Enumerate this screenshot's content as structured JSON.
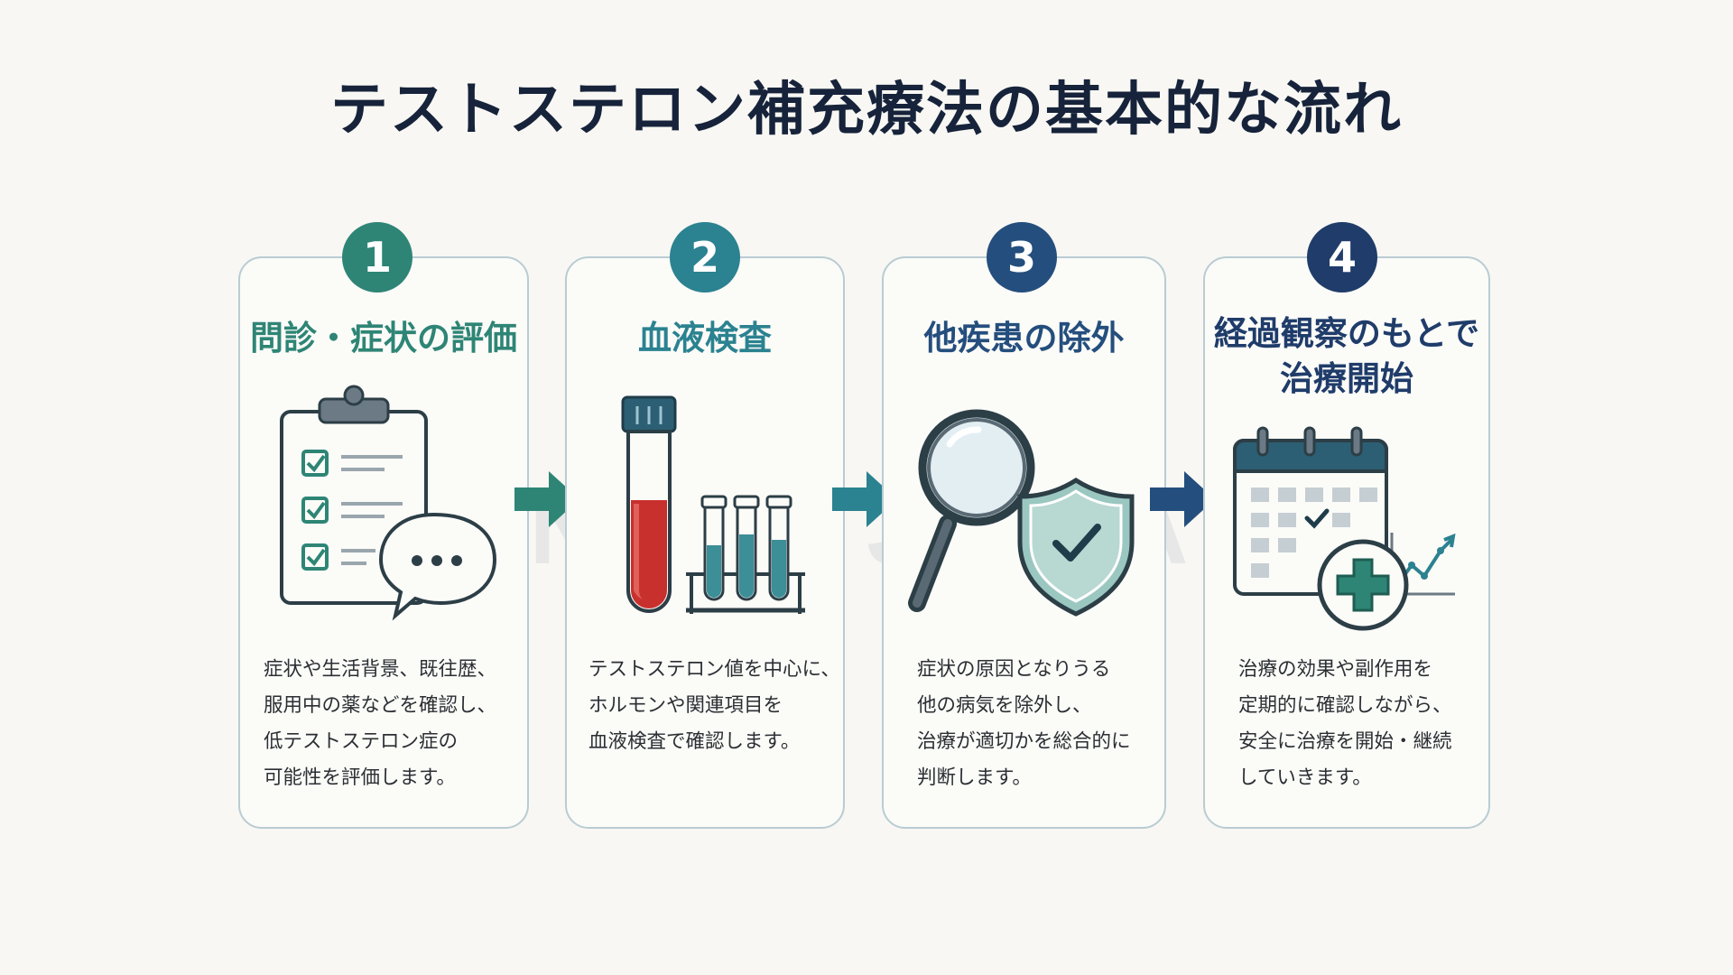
{
  "title": "テストステロン補充療法の基本的な流れ",
  "watermark": "CLINIC+JAPAN",
  "steps": [
    {
      "number": "1",
      "heading": [
        "問診・症状の評価"
      ],
      "description": [
        "症状や生活背景、既往歴、",
        "服用中の薬などを確認し、",
        "低テストステロン症の",
        "可能性を評価します。"
      ],
      "icon": "clipboard-checklist-chat-icon",
      "color": "#2e8575"
    },
    {
      "number": "2",
      "heading": [
        "血液検査"
      ],
      "description": [
        "テストステロン値を中心に、",
        "ホルモンや関連項目を",
        "血液検査で確認します。"
      ],
      "icon": "blood-test-tubes-icon",
      "color": "#2b8290"
    },
    {
      "number": "3",
      "heading": [
        "他疾患の除外"
      ],
      "description": [
        "症状の原因となりうる",
        "他の病気を除外し、",
        "治療が適切かを総合的に",
        "判断します。"
      ],
      "icon": "magnifier-shield-icon",
      "color": "#244e7d"
    },
    {
      "number": "4",
      "heading": [
        "経過観察のもとで",
        "治療開始"
      ],
      "description": [
        "治療の効果や副作用を",
        "定期的に確認しながら、",
        "安全に治療を開始・継続",
        "していきます。"
      ],
      "icon": "calendar-medical-chart-icon",
      "color": "#1f3c6a"
    }
  ],
  "colors": {
    "background": "#f8f7f3",
    "title": "#16233a",
    "card_border": "#b9ccd3",
    "step1": "#2e8575",
    "step2": "#2b8290",
    "step3": "#244e7d",
    "step4": "#1f3c6a",
    "blood": "#c8302e"
  }
}
